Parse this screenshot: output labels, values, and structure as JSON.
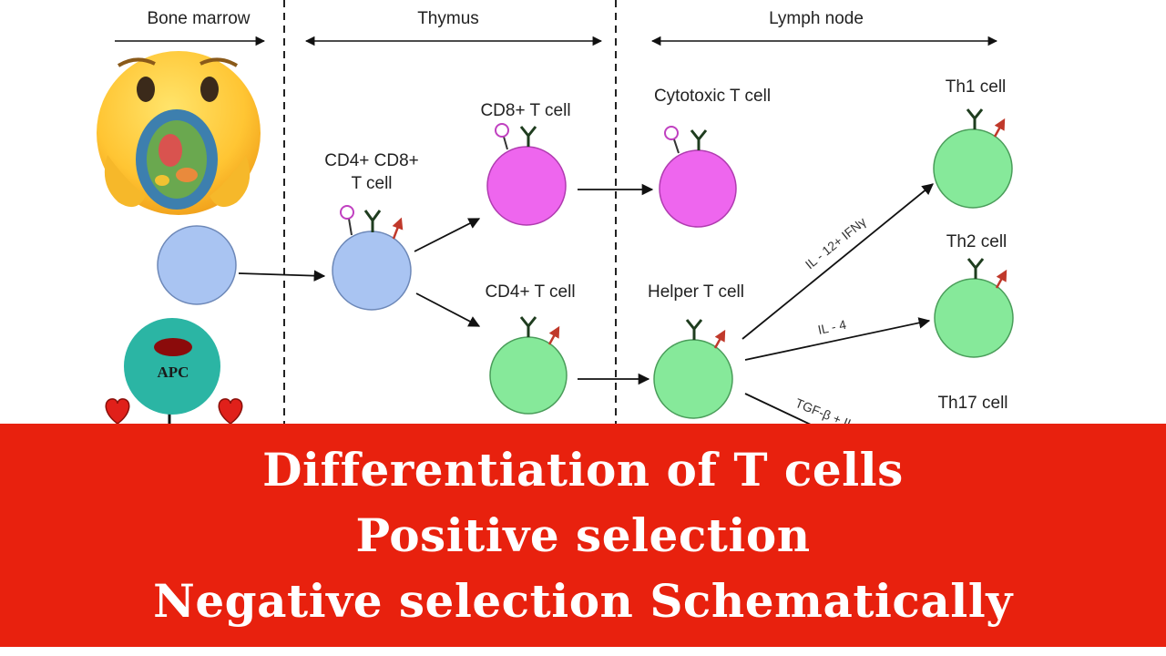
{
  "regions": {
    "bone_marrow": "Bone marrow",
    "thymus": "Thymus",
    "lymph_node": "Lymph node"
  },
  "cells": {
    "double_positive": [
      "CD4+ CD8+",
      "T cell"
    ],
    "cd8": "CD8+ T cell",
    "cd4": "CD4+ T cell",
    "cytotoxic": "Cytotoxic T cell",
    "helper": "Helper T cell",
    "th1": "Th1 cell",
    "th2": "Th2 cell",
    "th17": "Th17 cell",
    "apc": "APC"
  },
  "cytokines": {
    "th1": "IL - 12+ IFNγ",
    "th2": "IL - 4",
    "th17": "TGF-β + IL"
  },
  "colors": {
    "precursor": "#a9c4f2",
    "cd8_cell": "#ee66ee",
    "cd4_cell": "#86e99a",
    "apc_cell": "#2bb5a4",
    "banner": "#e8210e"
  },
  "banner": {
    "line1": "Differentiation of T cells",
    "line2": "Positive selection",
    "line3": "Negative selection Schematically"
  }
}
